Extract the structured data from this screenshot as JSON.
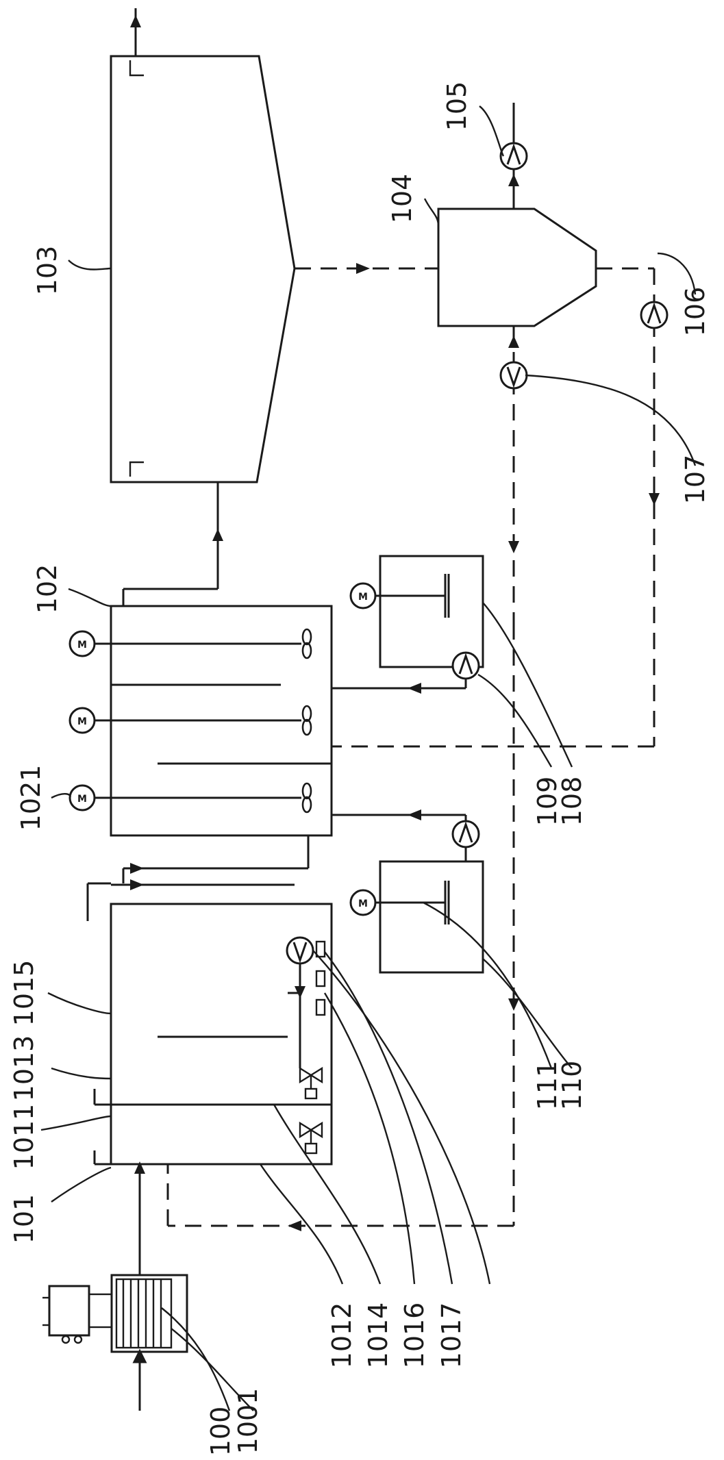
{
  "labels": {
    "l100": "100",
    "l1001": "1001",
    "l101": "101",
    "l1011": "1011",
    "l1012": "1012",
    "l1013": "1013",
    "l1014": "1014",
    "l1015": "1015",
    "l1016": "1016",
    "l1017": "1017",
    "l102": "102",
    "l1021": "1021",
    "l103": "103",
    "l104": "104",
    "l105": "105",
    "l106": "106",
    "l107": "107",
    "l108": "108",
    "l109": "109",
    "l110": "110",
    "l111": "111"
  },
  "motor_symbol": "M"
}
